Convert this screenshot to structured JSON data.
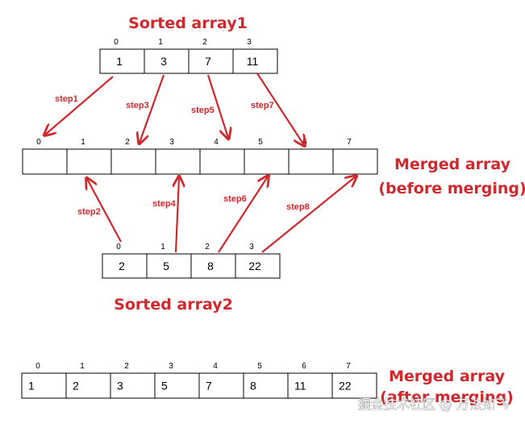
{
  "sorted_array1": {
    "title": "Sorted array1",
    "indices": [
      "0",
      "1",
      "2",
      "3"
    ],
    "values": [
      "1",
      "3",
      "7",
      "11"
    ]
  },
  "merged_before": {
    "title_line1": "Merged array",
    "title_line2": "(before merging)",
    "indices": [
      "0",
      "1",
      "2",
      "3",
      "4",
      "5",
      "6",
      "7"
    ],
    "values": [
      "",
      "",
      "",
      "",
      "",
      "",
      "",
      ""
    ]
  },
  "sorted_array2": {
    "title": "Sorted array2",
    "indices": [
      "0",
      "1",
      "2",
      "3"
    ],
    "values": [
      "2",
      "5",
      "8",
      "22"
    ]
  },
  "merged_after": {
    "title_line1": "Merged array",
    "title_line2": "(after merging)",
    "indices": [
      "0",
      "1",
      "2",
      "3",
      "4",
      "5",
      "6",
      "7"
    ],
    "values": [
      "1",
      "2",
      "3",
      "5",
      "7",
      "8",
      "11",
      "22"
    ]
  },
  "steps": [
    {
      "label": "step1",
      "from": "sorted_array1",
      "from_index": 0,
      "to_index": 0
    },
    {
      "label": "step2",
      "from": "sorted_array2",
      "from_index": 0,
      "to_index": 1
    },
    {
      "label": "step3",
      "from": "sorted_array1",
      "from_index": 1,
      "to_index": 2
    },
    {
      "label": "step4",
      "from": "sorted_array2",
      "from_index": 1,
      "to_index": 3
    },
    {
      "label": "step5",
      "from": "sorted_array1",
      "from_index": 2,
      "to_index": 4
    },
    {
      "label": "step6",
      "from": "sorted_array2",
      "from_index": 2,
      "to_index": 5
    },
    {
      "label": "step7",
      "from": "sorted_array1",
      "from_index": 3,
      "to_index": 6
    },
    {
      "label": "step8",
      "from": "sorted_array2",
      "from_index": 3,
      "to_index": 7
    }
  ],
  "watermark": "掘金技术社区 @ 万法如飞",
  "colors": {
    "accent": "#d0282c",
    "cell_border": "#000000",
    "text": "#000000"
  }
}
